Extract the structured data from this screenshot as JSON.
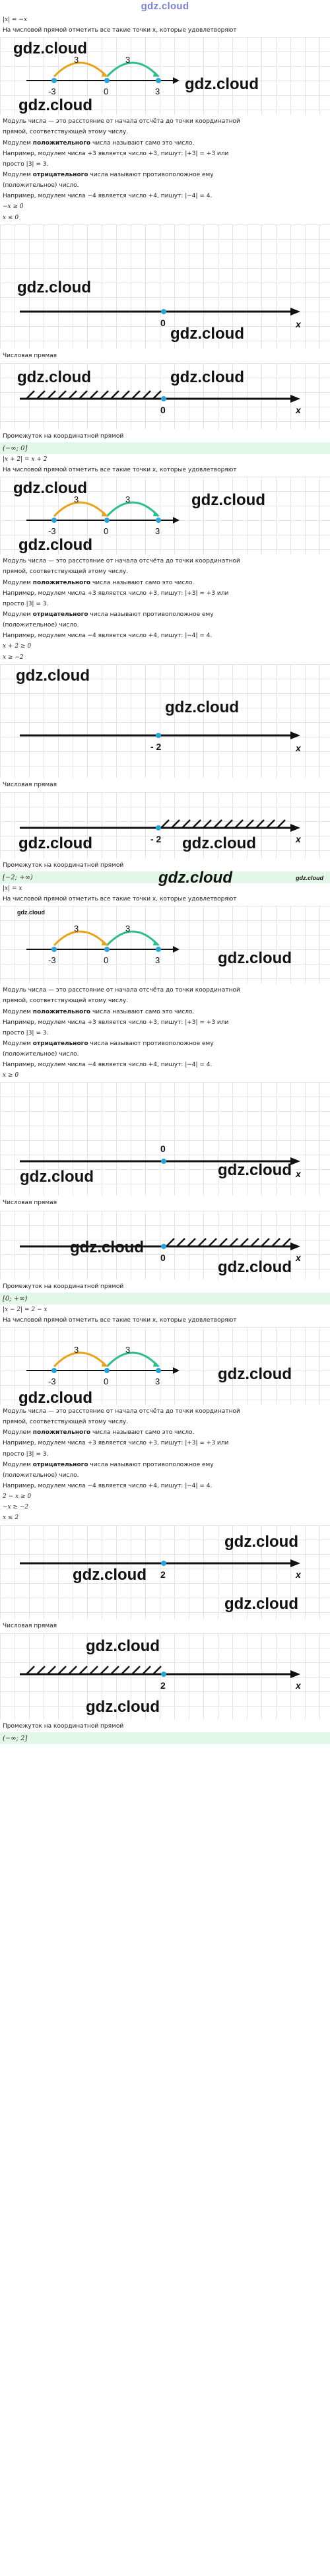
{
  "header": {
    "brand": "gdz.cloud"
  },
  "watermark": "gdz.cloud",
  "labels": {
    "numberline_caption": "Числовая прямая",
    "interval_caption": "Промежуток на координатной прямой"
  },
  "texts": {
    "mark_points": "На числовой прямой отметить все такие точки x, которые удовлетворяют",
    "def_1": "Модуль числа — это расстояние от начала отсчёта до точки координатной",
    "def_2": "прямой, соответствующей этому числу.",
    "pos_1a": "Модулем ",
    "pos_1b": "положительного",
    "pos_1c": " числа называют само это число.",
    "ex_pos": "Например, модулем числа +3 является число +3, пишут: |+3| = +3 или",
    "ex_pos2": "просто |3| = 3.",
    "neg_1a": "Модулем ",
    "neg_1b": "отрицательного",
    "neg_1c": " числа называют противоположное ему",
    "neg_2": "(положительное) число.",
    "ex_neg": "Например, модулем числа −4 является число +4, пишут: |−4| = 4."
  },
  "example_fig": {
    "left": "-3",
    "zero": "0",
    "right": "3",
    "arc_left": "3",
    "arc_right": "3"
  },
  "problems": [
    {
      "equation": "|x| = −x",
      "step1": "−x ≥ 0",
      "step2": "x ≤ 0",
      "point": "0",
      "axis": "x",
      "answer": "(−∞; 0]"
    },
    {
      "equation": "|x + 2| = x + 2",
      "step1": "x + 2 ≥ 0",
      "step2": "x ≥ −2",
      "point": "- 2",
      "axis": "x",
      "answer": "[−2; +∞)"
    },
    {
      "equation": "|x| = x",
      "step1": "x ≥ 0",
      "step2": "",
      "point": "0",
      "axis": "x",
      "answer": "[0; +∞)"
    },
    {
      "equation": "|x − 2| = 2 − x",
      "step1": "2 − x ≥ 0",
      "step2": "−x ≥ −2",
      "step3": "x ≤ 2",
      "point": "2",
      "axis": "x",
      "answer": "(−∞; 2]"
    }
  ],
  "colors": {
    "accent": "#29a4d9",
    "arc_left": "#e8a317",
    "arc_right": "#2dbf8a",
    "answer_bg": "#e3f7e8",
    "brand": "#7b83d6"
  }
}
